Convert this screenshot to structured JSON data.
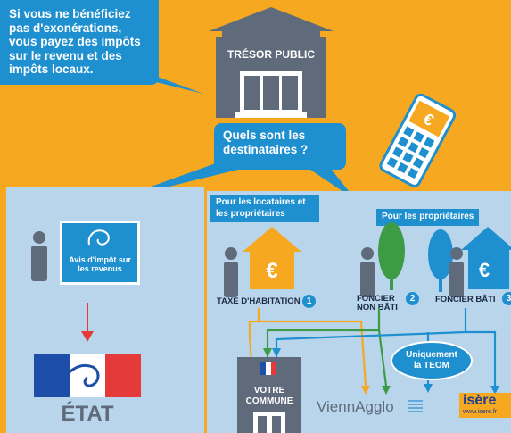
{
  "intro_text": "Si vous ne bénéficiez pas d'exonérations, vous payez des impôts sur le revenu et des impôts locaux.",
  "treasury": "TRÉSOR PUBLIC",
  "question": "Quels sont les destinataires ?",
  "phone_symbol": "€",
  "left": {
    "notice_title": "Avis d'impôt sur les revenus",
    "state_label": "ÉTAT"
  },
  "right": {
    "tenants_owners": "Pour les locataires et les propriétaires",
    "owners_only": "Pour les propriétaires",
    "tax_habitation": "TAXE D'HABITATION",
    "tax_foncier_non_bati": "FONCIER NON BÂTI",
    "tax_foncier_bati": "FONCIER BÂTI",
    "num1": "1",
    "num2": "2",
    "num3": "3",
    "euro": "€",
    "teom": "Uniquement la TEOM",
    "commune": "VOTRE COMMUNE",
    "vienn_agglo": "ViennAgglo",
    "isere": "isère",
    "isere_url": "www.isere.fr"
  },
  "colors": {
    "background": "#f6a821",
    "blue": "#1e8fcf",
    "light_blue": "#b8d5ec",
    "gray": "#5f6b7a",
    "green": "#3d9b46",
    "orange": "#f6a821",
    "red": "#e53a3a"
  }
}
